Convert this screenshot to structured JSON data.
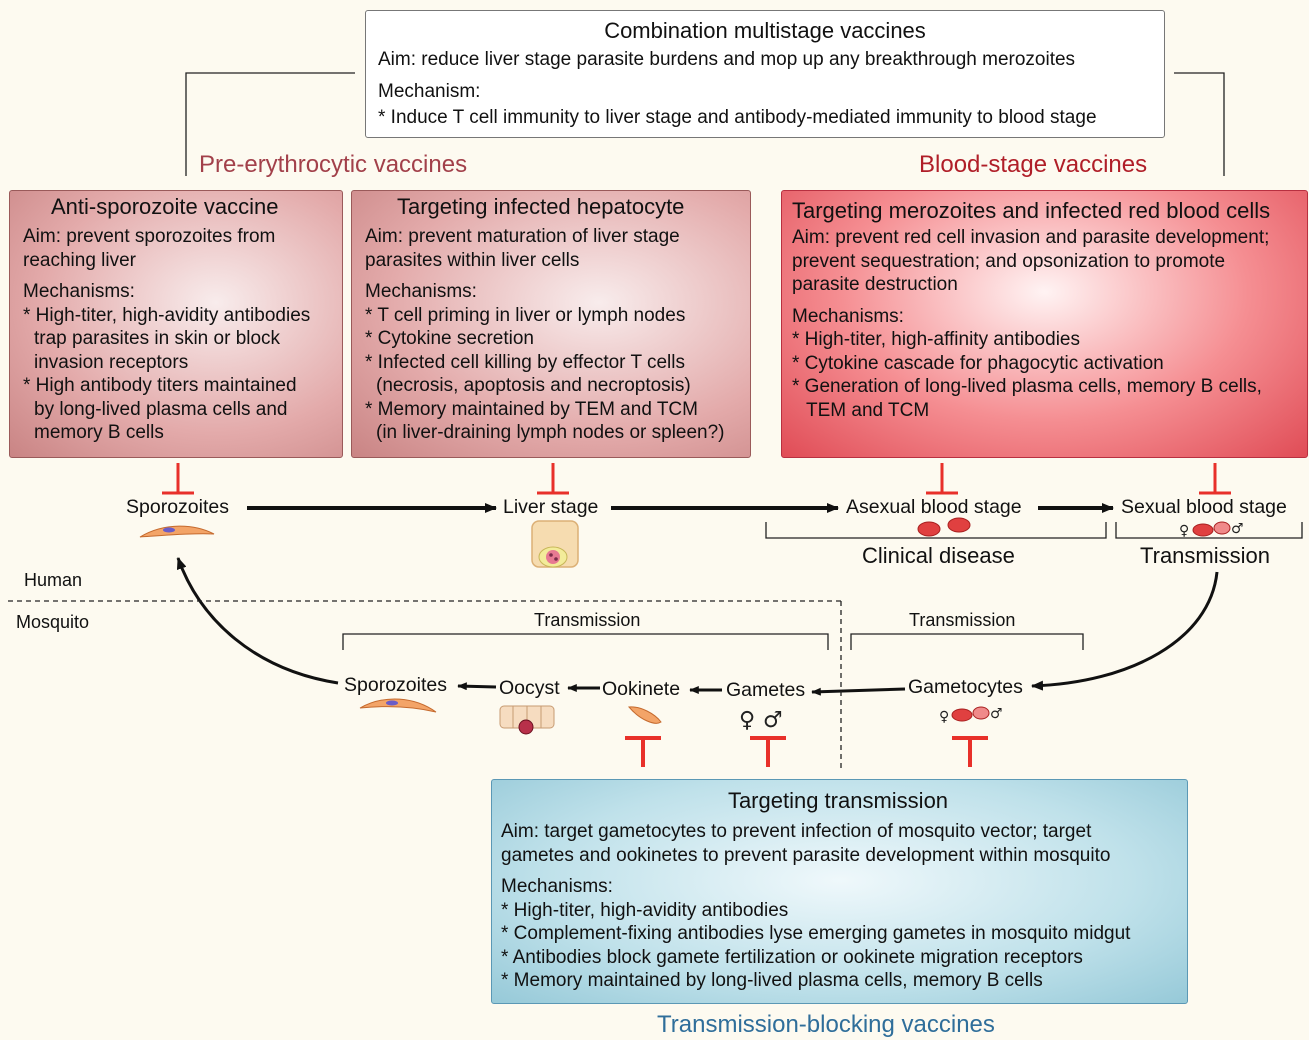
{
  "combination": {
    "title": "Combination multistage vaccines",
    "aim": "Aim: reduce liver stage parasite burdens and mop up any breakthrough merozoites",
    "mech_heading": "Mechanism:",
    "mech": "* Induce T cell immunity to liver stage and antibody-mediated immunity to blood stage"
  },
  "section_labels": {
    "pre": "Pre-erythrocytic vaccines",
    "blood": "Blood-stage vaccines",
    "transmission_blocking": "Transmission-blocking vaccines"
  },
  "colors": {
    "pre_label": "#a2404a",
    "blood_label": "#b01e28",
    "tb_label": "#2f6e9a",
    "inhibitor": "#e8302a",
    "pre_box": "#d99a9a",
    "blood_box": "#ef6870",
    "trans_box": "#bfe1ea"
  },
  "boxes": {
    "anti_sporozoite": {
      "title": "Anti-sporozoite vaccine",
      "aim": [
        "Aim: prevent sporozoites from",
        "reaching liver"
      ],
      "mech_heading": "Mechanisms:",
      "mech": [
        "* High-titer, high-avidity antibodies",
        "  trap parasites in skin or block",
        "  invasion receptors",
        "* High antibody titers maintained",
        "  by long-lived plasma cells and",
        "  memory B cells"
      ]
    },
    "hepatocyte": {
      "title": "Targeting infected hepatocyte",
      "aim": [
        "Aim: prevent maturation of liver stage",
        "parasites within liver cells"
      ],
      "mech_heading": "Mechanisms:",
      "mech": [
        "* T cell priming in liver or lymph nodes",
        "* Cytokine secretion",
        "* Infected cell killing by effector T cells",
        "  (necrosis, apoptosis and necroptosis)",
        "* Memory maintained by TEM and TCM",
        "  (in liver-draining lymph nodes or spleen?)"
      ]
    },
    "merozoites": {
      "title": "Targeting merozoites and infected red blood cells",
      "aim": [
        "Aim: prevent red cell invasion and parasite development;",
        "prevent sequestration; and opsonization to promote",
        "parasite destruction"
      ],
      "mech_heading": "Mechanisms:",
      "mech": [
        "* High-titer, high-affinity antibodies",
        "* Cytokine cascade for phagocytic activation",
        "* Generation of long-lived plasma cells, memory B cells,",
        "  TEM and TCM"
      ]
    },
    "transmission": {
      "title": "Targeting transmission",
      "aim": [
        "Aim: target gametocytes to prevent infection of mosquito vector; target",
        "gametes and ookinetes to prevent parasite development within mosquito"
      ],
      "mech_heading": "Mechanisms:",
      "mech": [
        "* High-titer, high-avidity antibodies",
        "* Complement-fixing antibodies lyse emerging gametes in mosquito midgut",
        "* Antibodies block gamete fertilization or ookinete migration receptors",
        "* Memory maintained by long-lived plasma cells, memory B cells"
      ]
    }
  },
  "stages": {
    "sporozoites": "Sporozoites",
    "liver": "Liver stage",
    "asexual": "Asexual blood stage",
    "sexual": "Sexual blood stage",
    "clinical": "Clinical disease",
    "transmission_human": "Transmission",
    "human": "Human",
    "mosquito": "Mosquito",
    "transmission_left": "Transmission",
    "transmission_right": "Transmission",
    "m_sporozoites": "Sporozoites",
    "oocyst": "Oocyst",
    "ookinete": "Ookinete",
    "gametes": "Gametes",
    "gametocytes": "Gametocytes"
  }
}
